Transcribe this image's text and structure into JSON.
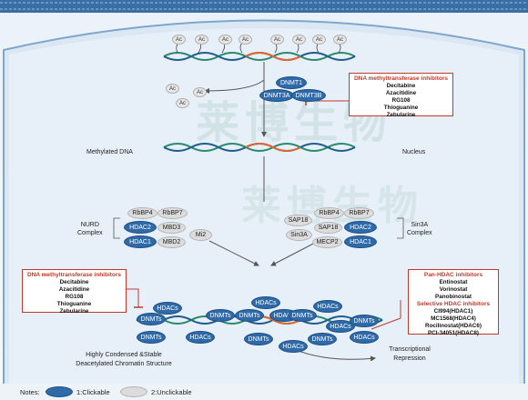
{
  "acetyl_label": "Ac",
  "enzymes": {
    "dnmt1": "DNMT1",
    "dnmt3a": "DNMT3A",
    "dnmt3b": "DNMT3B",
    "dnmts": "DNMTs",
    "hdacs": "HDACs"
  },
  "labels": {
    "methylated_dna": "Methylated DNA",
    "nucleus": "Nucleus",
    "nurd_line1": "NURD",
    "nurd_line2": "Complex",
    "sin3a_line1": "Sin3A",
    "sin3a_line2": "Complex",
    "chromatin_line1": "Highly Condensed &Stable",
    "chromatin_line2": "Deacetylated Chromatin Structure",
    "repression_line1": "Transcriptional",
    "repression_line2": "Repression"
  },
  "nurd": {
    "rbbp4": "RbBP4",
    "rbbp7": "RbBP7",
    "hdac2": "HDAC2",
    "mbd3": "MBD3",
    "hdac1": "HDAC1",
    "mbd2": "MBD2",
    "mi2": "Mi2"
  },
  "sin3a": {
    "rbbp4": "RbBP4",
    "rbbp7": "RbBP7",
    "sap18a": "SAP18",
    "sap18b": "SAP18",
    "hdac2": "HDAC2",
    "sin3a": "Sin3A",
    "mecp2": "MECP2",
    "hdac1": "HDAC1"
  },
  "inhibitors_top": {
    "title": "DNA methyltransferase inhibitors",
    "drugs": [
      "Decitabine",
      "Azacitidine",
      "RG108",
      "Thioguanine",
      "Zebularine"
    ]
  },
  "inhibitors_left": {
    "title": "DNA methyltransferase inhibitors",
    "drugs": [
      "Decitabine",
      "Azacitidine",
      "RG108",
      "Thioguanine",
      "Zebularine"
    ]
  },
  "inhibitors_right": {
    "title1": "Pan-HDAC inhibitors",
    "pan": [
      "Entinostat",
      "Vorinostat",
      "Panobinostat"
    ],
    "title2": "Selective HDAC inhibitors",
    "selective": [
      "CI994(HDAC1)",
      "MC1568(HDAC4)",
      "Rocilinostat(HDAC6)",
      "PCI-34051(HDAC8)"
    ]
  },
  "watermark": "莱博生物",
  "notes": {
    "prefix": "Notes:",
    "clickable": "1:Clickable",
    "unclickable": "2:Unclickable"
  },
  "colors": {
    "blue": "#2f6aa8",
    "grey": "#dcdcdc",
    "inhibitor_red": "#c0392b",
    "background_blue": "#cfe0ef"
  }
}
